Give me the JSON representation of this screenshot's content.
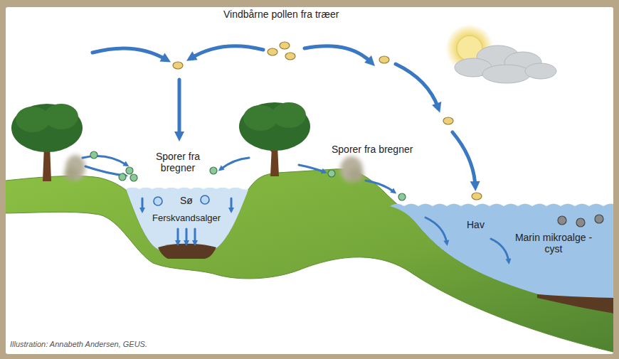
{
  "diagram": {
    "caption": "Illustration: Annabeth Andersen, GEUS.",
    "labels": [
      "Vindbårne pollen fra træer",
      "Sporer fra bregner",
      "Sø",
      "Ferskvandsalger",
      "Sporer fra bregner",
      "Hav",
      "Marin mikroalge - cyst"
    ]
  }
}
